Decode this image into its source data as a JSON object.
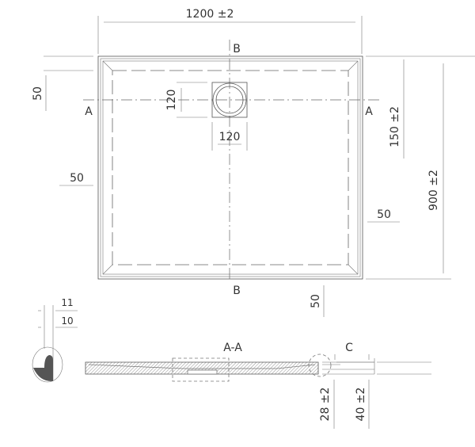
{
  "drawing": {
    "plan": {
      "width_dim": "1200 ±2",
      "height_dim": "900 ±2",
      "drain_offset_dim": "150 ±2",
      "drain_height_dim": "120",
      "drain_width_dim": "120",
      "border_top_dim": "50",
      "border_left_dim": "50",
      "border_right_dim": "50",
      "border_bottom_dim": "50",
      "section_a_left": "A",
      "section_a_right": "A",
      "section_b_top": "B",
      "section_b_bottom": "B"
    },
    "detail": {
      "dim_outer": "11",
      "dim_inner": "10"
    },
    "section": {
      "label": "A-A",
      "detail_label": "C",
      "dim_thickness": "28 ±2",
      "dim_total_height": "40 ±2"
    }
  }
}
